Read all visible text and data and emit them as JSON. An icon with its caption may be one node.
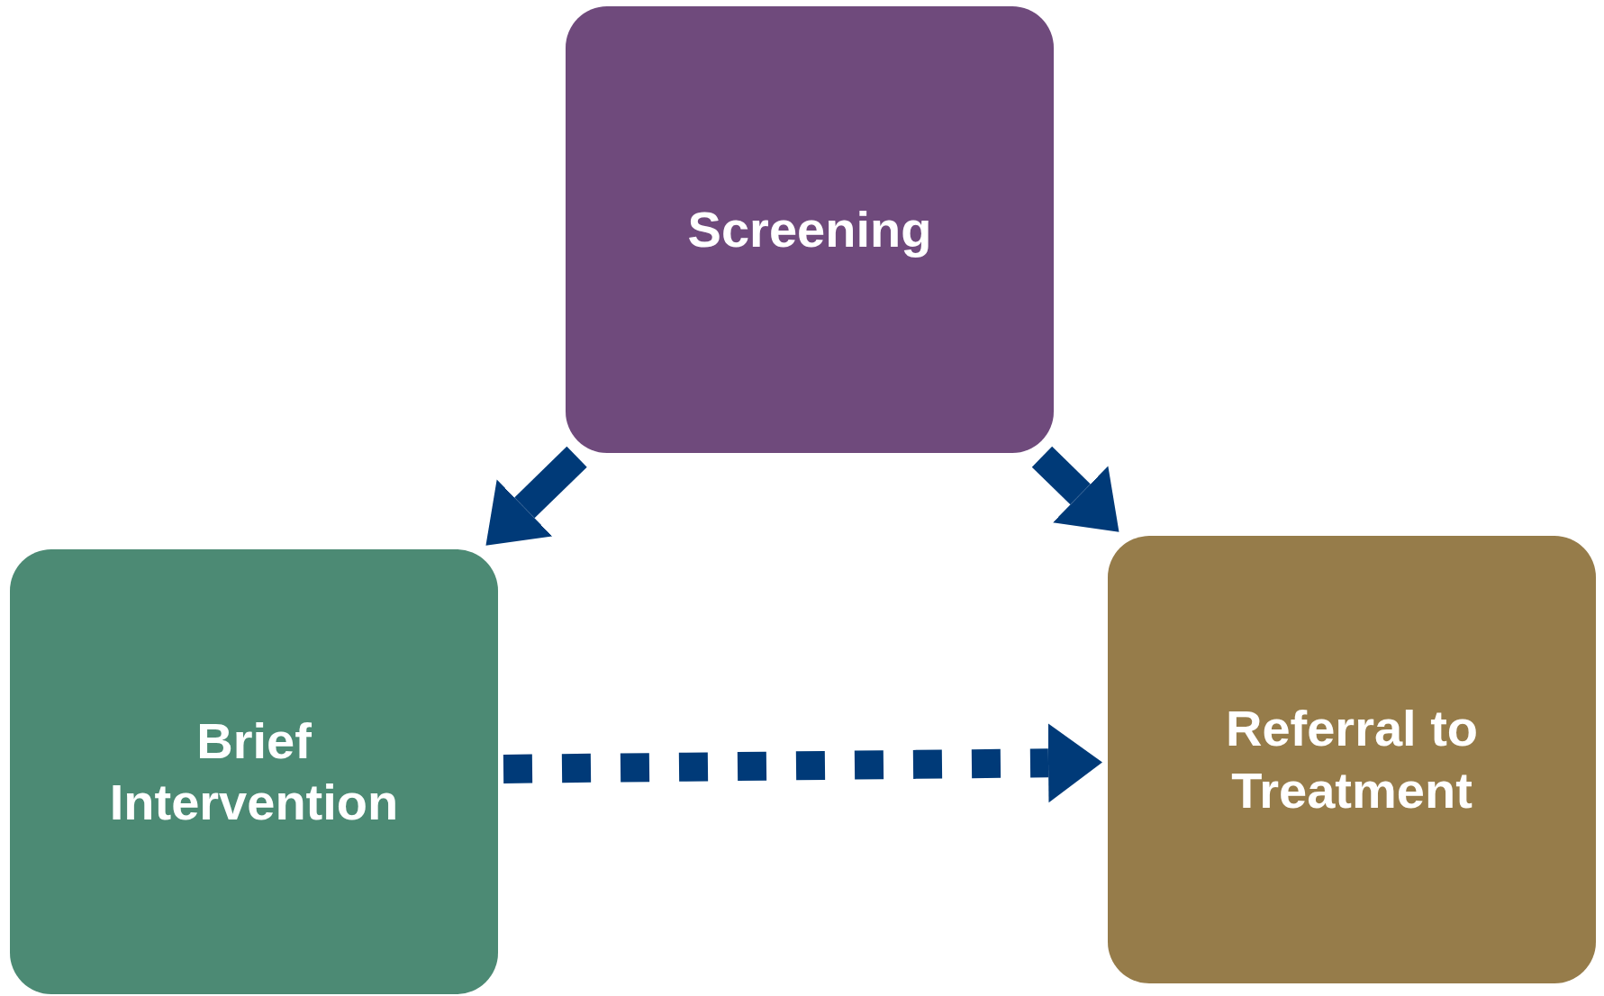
{
  "diagram": {
    "nodes": [
      {
        "text": [
          "Screening"
        ]
      },
      {
        "text": [
          "Brief Intervention"
        ]
      },
      {
        "text": [
          "Referral to Treatment"
        ]
      }
    ],
    "edges": [
      {
        "from": 0,
        "to": 1,
        "arrow": "to"
      },
      {
        "from": 0,
        "to": 2,
        "arrow": "to"
      },
      {
        "from": 1,
        "to": 2,
        "arrow": "to",
        "style": "dashed"
      }
    ]
  }
}
